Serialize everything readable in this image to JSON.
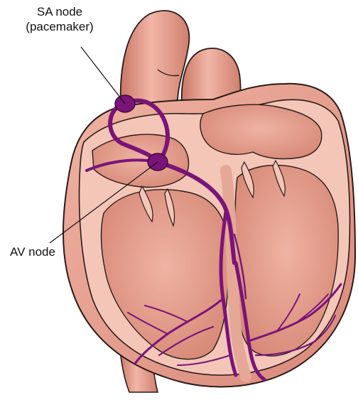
{
  "labels": {
    "sa_node_line1": "SA node",
    "sa_node_line2": "(pacemaker)",
    "av_node": "AV node"
  },
  "colors": {
    "muscle": "#e9a190",
    "muscle_dark": "#c97868",
    "chamber": "#f4c9bb",
    "chamber_inner": "#d98c7a",
    "outline": "#2a1a18",
    "conduction": "#7a1478"
  }
}
